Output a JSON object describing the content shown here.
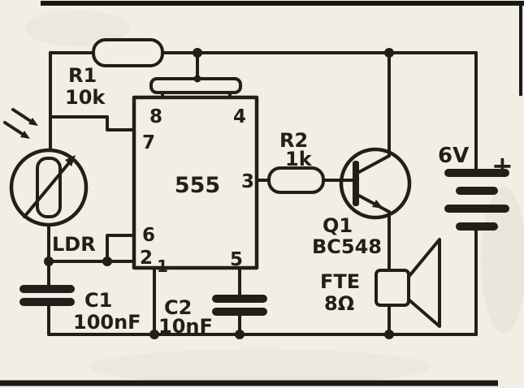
{
  "page": {
    "background": "#f1eee6",
    "ink": "#221f1a"
  },
  "schematic": {
    "ic555": {
      "label": "555",
      "pins": {
        "p1": "1",
        "p2": "2",
        "p3": "3",
        "p4": "4",
        "p5": "5",
        "p6": "6",
        "p7": "7",
        "p8": "8"
      }
    },
    "r1": {
      "ref": "R1",
      "value": "10k"
    },
    "r2": {
      "ref": "R2",
      "value": "1k"
    },
    "c1": {
      "ref": "C1",
      "value": "100nF"
    },
    "c2": {
      "ref": "C2",
      "value": "10nF"
    },
    "ldr": {
      "ref": "LDR"
    },
    "q1": {
      "ref": "Q1",
      "value": "BC548"
    },
    "battery": {
      "voltage": "6V",
      "polarity": "+"
    },
    "speaker": {
      "ref": "FTE",
      "impedance": "8Ω"
    }
  }
}
